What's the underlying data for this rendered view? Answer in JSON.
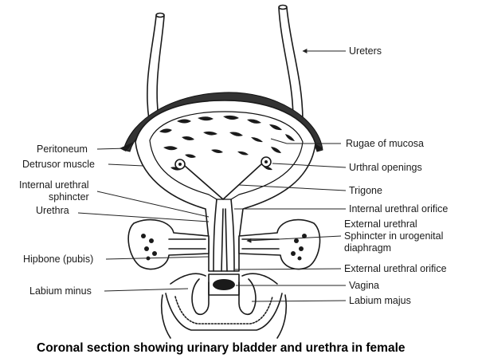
{
  "caption": "Coronal section showing urinary bladder and urethra in female",
  "labels": {
    "ureters": "Ureters",
    "peritoneum": "Peritoneum",
    "detrusor_muscle": "Detrusor muscle",
    "internal_urethral_sphincter_1": "Internal urethral",
    "internal_urethral_sphincter_2": "sphincter",
    "urethra": "Urethra",
    "hipbone": "Hipbone (pubis)",
    "labium_minus": "Labium minus",
    "rugae": "Rugae of mucosa",
    "urethral_openings": "Urthral openings",
    "trigone": "Trigone",
    "internal_urethral_orifice": "Internal urethral orifice",
    "external_sphincter_1": "External urethral",
    "external_sphincter_2": "Sphincter in urogenital",
    "external_sphincter_3": "diaphragm",
    "external_urethral_orifice": "External urethral orifice",
    "vagina": "Vagina",
    "labium_majus": "Labium majus"
  }
}
